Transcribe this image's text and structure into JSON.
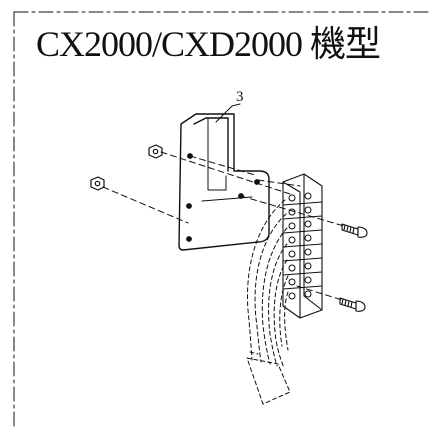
{
  "diagram": {
    "title": "CX2000/CXD2000 機型",
    "callouts": [
      {
        "label": "3"
      }
    ]
  },
  "icons": [
    "bracket",
    "screw",
    "nut",
    "terminal-block",
    "wire-harness"
  ]
}
